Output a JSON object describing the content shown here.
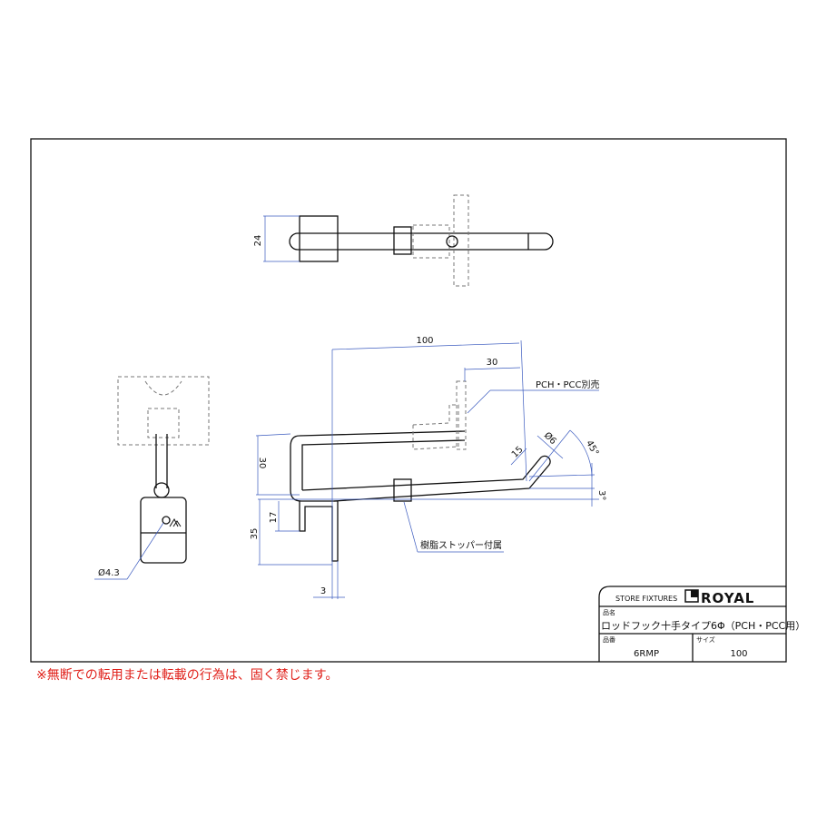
{
  "dimensions": {
    "top_width": "24",
    "length": "100",
    "offset": "30",
    "rise": "30",
    "tip_length": "15",
    "rod_diameter": "Ø6",
    "tip_angle": "45°",
    "slope_angle": "3°",
    "hook_height": "35",
    "leg_height": "17",
    "thickness": "3",
    "hole_diameter": "Ø4.3"
  },
  "callouts": {
    "separately_sold": "PCH・PCC別売",
    "stopper": "樹脂ストッパー付属"
  },
  "title_block": {
    "company_tagline": "STORE FIXTURES",
    "logo_text": "ROYAL",
    "name_label": "品名",
    "name_value": "ロッドフック十手タイプ6Φ（PCH・PCC用）",
    "part_label": "品番",
    "part_value": "6RMP",
    "size_label": "サイズ",
    "size_value": "100"
  },
  "notice": "※無断での転用または転載の行為は、固く禁じます。"
}
